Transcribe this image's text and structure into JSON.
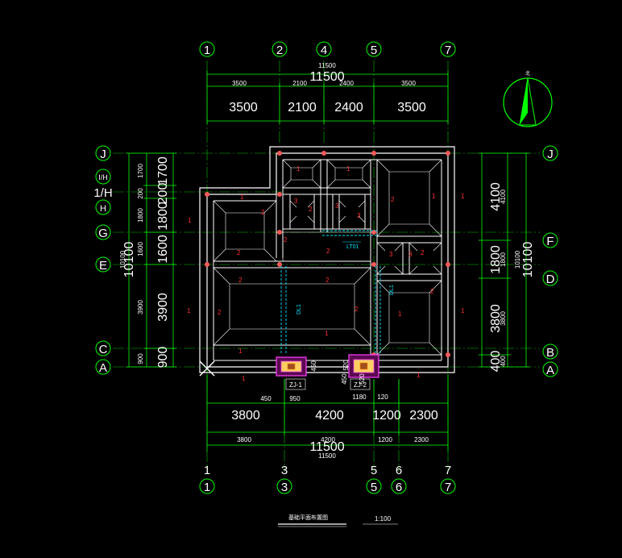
{
  "grid_axes_top": [
    "1",
    "2",
    "4",
    "5",
    "7"
  ],
  "grid_axes_bottom": [
    "1",
    "3",
    "5",
    "6",
    "7"
  ],
  "grid_axes_left": [
    "J",
    "I/H",
    "1/H",
    "H",
    "G",
    "E",
    "C",
    "A"
  ],
  "grid_axes_right": [
    "J",
    "F",
    "D",
    "B",
    "A"
  ],
  "dims_top": {
    "total": "11500",
    "total_small": "11500",
    "segments_small": [
      "3500",
      "2100",
      "2400",
      "3500"
    ],
    "segments_big": [
      "3500",
      "2100",
      "2400",
      "3500"
    ]
  },
  "dims_bottom": {
    "segments_big": [
      "3800",
      "4200",
      "1200",
      "2300"
    ],
    "segments_small": [
      "3800",
      "4200",
      "1200",
      "2300"
    ],
    "total": "11500",
    "total_small": "11500",
    "local": [
      "450",
      "950",
      "1180",
      "120"
    ]
  },
  "dims_left": {
    "total": "10100",
    "total_small": "10100",
    "segments_big": [
      "1700",
      "200",
      "1800",
      "1600",
      "3900",
      "900"
    ],
    "segments_small": [
      "1700",
      "200",
      "1800",
      "1600",
      "3900",
      "900"
    ]
  },
  "dims_right": {
    "total": "10100",
    "total_small": "10100",
    "segments_big": [
      "4100",
      "1800",
      "3800",
      "400"
    ],
    "segments_small": [
      "4100",
      "1800",
      "3800",
      "400"
    ]
  },
  "footings": [
    "ZJ-1",
    "ZJ-2"
  ],
  "footing_dims": [
    "450",
    "520",
    "450",
    "520"
  ],
  "beams": [
    "DL1",
    "DL1",
    "LT01"
  ],
  "beam_marks": [
    "1",
    "2",
    "3"
  ],
  "north_label": "北",
  "drawing_title": "基础平面布置图",
  "scale": "1:100",
  "colors": {
    "grid": "#00ff00",
    "wall": "#ffffff",
    "beam_tag": "#ff3030",
    "cyan": "#00e5ff",
    "footing": "#ff40ff",
    "background": "#000000"
  }
}
